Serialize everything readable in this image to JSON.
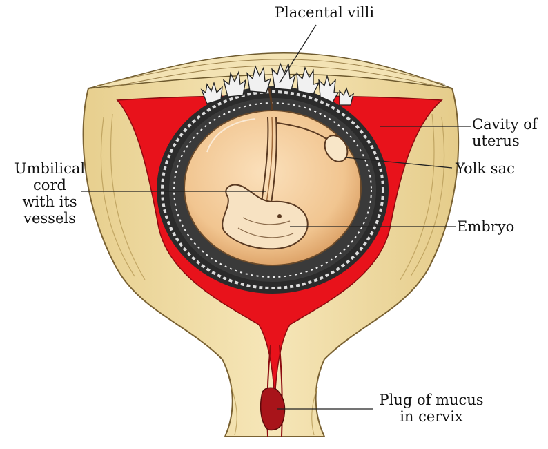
{
  "labels": {
    "placental_villi": "Placental villi",
    "cavity_of_uterus": [
      "Cavity of",
      "uterus"
    ],
    "yolk_sac": "Yolk sac",
    "umbilical_cord": [
      "Umbilical",
      "cord",
      "with its",
      "vessels"
    ],
    "embryo": "Embryo",
    "plug_of_mucus": [
      "Plug of mucus",
      "in cervix"
    ]
  },
  "colors": {
    "uterine_wall": "#f2dfa6",
    "wall_shading": "#b89b57",
    "cavity": "#e8121b",
    "chorion": "#2b2b2b",
    "amnion": "#f4cf9f",
    "embryo": "#f7e2c2",
    "mucus_plug": "#a8141a",
    "leader_line": "#222222"
  }
}
